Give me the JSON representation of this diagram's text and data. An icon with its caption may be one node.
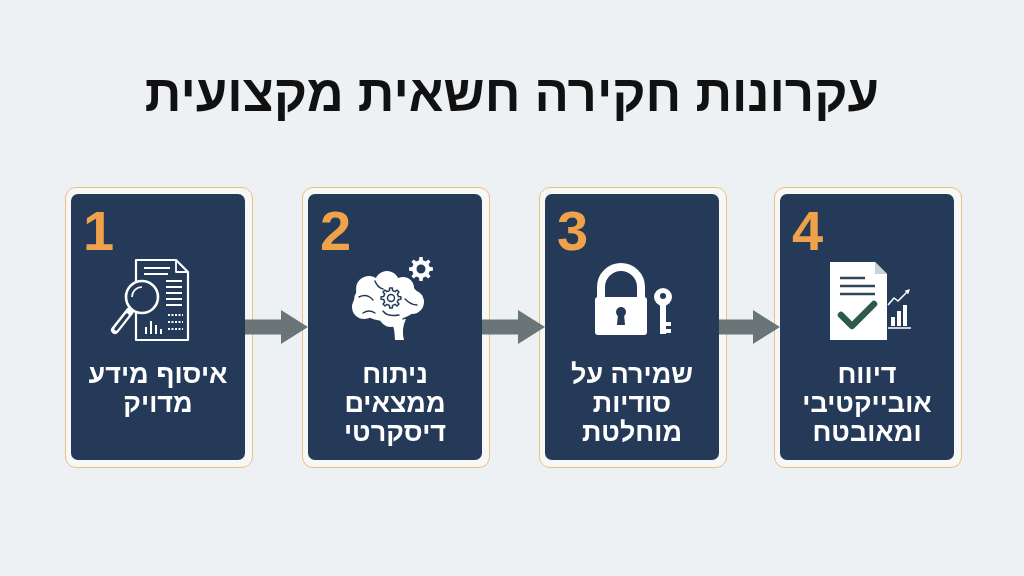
{
  "diagram": {
    "title": "עקרונות חקירה חשאית מקצועית",
    "nodes": [
      {
        "text": [
          "1",
          "איסוף מידע מדויק"
        ]
      },
      {
        "text": [
          "2",
          "ניתוח ממצאים דיסקרטי"
        ]
      },
      {
        "text": [
          "3",
          "שמירה על סודיות מוחלטת"
        ]
      },
      {
        "text": [
          "4",
          "דיווח אובייקטיבי ומאובטח"
        ]
      }
    ],
    "edges": [
      {
        "from": 0,
        "to": 1,
        "arrow": "to"
      },
      {
        "from": 1,
        "to": 2,
        "arrow": "to"
      },
      {
        "from": 2,
        "to": 3,
        "arrow": "to"
      }
    ]
  }
}
